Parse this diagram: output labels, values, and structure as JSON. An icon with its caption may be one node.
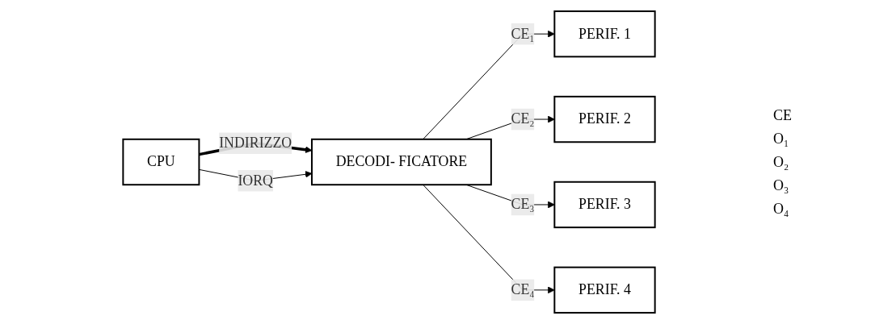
{
  "diagram": {
    "nodes": [
      {
        "text": [
          "CPU"
        ]
      },
      {
        "text": [
          "DECODI- FICATORE"
        ]
      },
      {
        "text": [
          "PERIF. 1"
        ]
      },
      {
        "text": [
          "PERIF. 2"
        ]
      },
      {
        "text": [
          "PERIF. 3"
        ]
      },
      {
        "text": [
          "PERIF. 4"
        ]
      }
    ],
    "edges": [
      {
        "from": 0,
        "to": 1,
        "arrow": "to",
        "label": "INDIRIZZO",
        "style": "thick"
      },
      {
        "from": 0,
        "to": 1,
        "arrow": "to",
        "label": "IORQ"
      },
      {
        "from": 1,
        "to": 2,
        "arrow": "to",
        "label": "CE₁"
      },
      {
        "from": 1,
        "to": 3,
        "arrow": "to",
        "label": "CE₂"
      },
      {
        "from": 1,
        "to": 4,
        "arrow": "to",
        "label": "CE₃"
      },
      {
        "from": 1,
        "to": 5,
        "arrow": "to",
        "label": "CE₄"
      }
    ],
    "labels": [
      "CE",
      "O₁",
      "O₂",
      "O₃",
      "O₄"
    ]
  }
}
